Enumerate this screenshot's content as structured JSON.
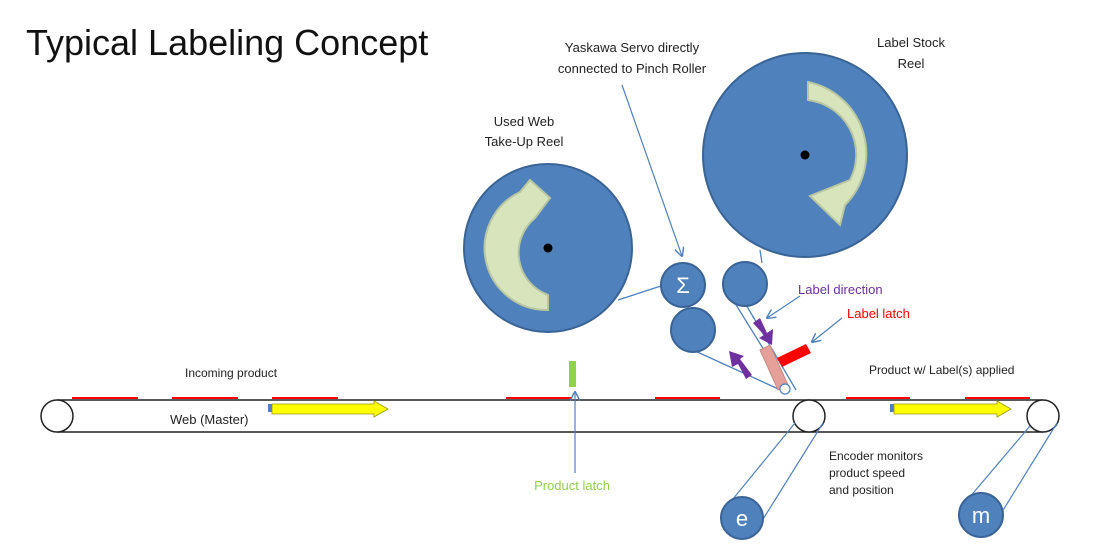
{
  "title": "Typical Labeling Concept",
  "labels": {
    "servo_line1": "Yaskawa Servo directly",
    "servo_line2": "connected to Pinch Roller",
    "label_stock_line1": "Label Stock",
    "label_stock_line2": "Reel",
    "used_web_line1": "Used Web",
    "used_web_line2": "Take-Up Reel",
    "label_direction": "Label direction",
    "label_latch": "Label latch",
    "incoming_product": "Incoming  product",
    "product_applied": "Product w/ Label(s) applied",
    "web_master": "Web (Master)",
    "product_latch": "Product latch",
    "encoder_line1": "Encoder monitors",
    "encoder_line2": "product speed",
    "encoder_line3": "and position"
  },
  "rollers": {
    "servo_symbol": "Σ",
    "encoder_symbol": "e",
    "motor_symbol": "m"
  },
  "colors": {
    "reel_fill": "#4f81bd",
    "reel_stroke": "#3a6496",
    "arrow_fill": "#d8e4bc",
    "yellow_arrow": "#ffff00",
    "label_red": "#ff0000",
    "label_direction_purple": "#7030a0",
    "product_latch_green": "#92d050",
    "label_direction_text": "#7030a0",
    "label_latch_text": "#ff0000",
    "product_latch_text": "#92d050",
    "leader_line": "#4f81bd"
  }
}
